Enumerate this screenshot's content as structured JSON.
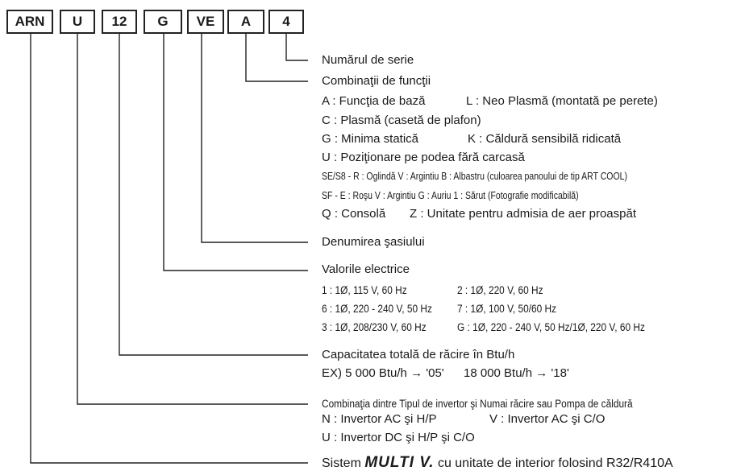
{
  "codes": [
    "ARN",
    "U",
    "12",
    "G",
    "VE",
    "A",
    "4"
  ],
  "serial": "Numărul de serie",
  "combinations": {
    "title": "Combinaţii de funcţii",
    "a": "A : Funcţia de bază",
    "l": "L : Neo Plasmă (montată pe perete)",
    "c": "C : Plasmă (casetă de plafon)",
    "g": "G : Minima statică",
    "k": "K : Căldură sensibilă ridicată",
    "u": "U : Poziţionare pe podea fără carcasă",
    "se": "SE/S8 - R : Oglindă   V : Argintiu   B : Albastru (culoarea panoului de tip ART COOL)",
    "sf": "SF - E : Roşu        V : Argintiu   G : Auriu   1 : Sărut (Fotografie modificabilă)",
    "q": "Q : Consolă",
    "z": "Z : Unitate pentru admisia de aer proaspăt"
  },
  "chassis": "Denumirea şasiului",
  "electrical": {
    "title": "Valorile electrice",
    "v1": "1 : 1Ø, 115 V, 60 Hz",
    "v2": "2 : 1Ø, 220 V, 60 Hz",
    "v6": "6 : 1Ø, 220 - 240 V, 50 Hz",
    "v7": "7 : 1Ø, 100 V, 50/60 Hz",
    "v3": "3 : 1Ø, 208/230 V, 60 Hz",
    "vg": "G : 1Ø, 220 - 240 V, 50 Hz/1Ø, 220 V, 60 Hz"
  },
  "capacity": {
    "title": "Capacitatea totală de răcire în Btu/h",
    "ex1": "EX) 5 000 Btu/h → '05'",
    "ex2": "18 000 Btu/h → '18'"
  },
  "inverter": {
    "title": "Combinaţia dintre Tipul de invertor şi Numai răcire sau Pompa de căldură",
    "n": "N : Invertor AC şi H/P",
    "v": "V : Invertor AC şi C/O",
    "u": "U : Invertor DC şi H/P şi C/O"
  },
  "system": {
    "prefix": "Sistem",
    "logo": "MULTI V.",
    "suffix": "cu unitate de interior folosind R32/R410A"
  }
}
